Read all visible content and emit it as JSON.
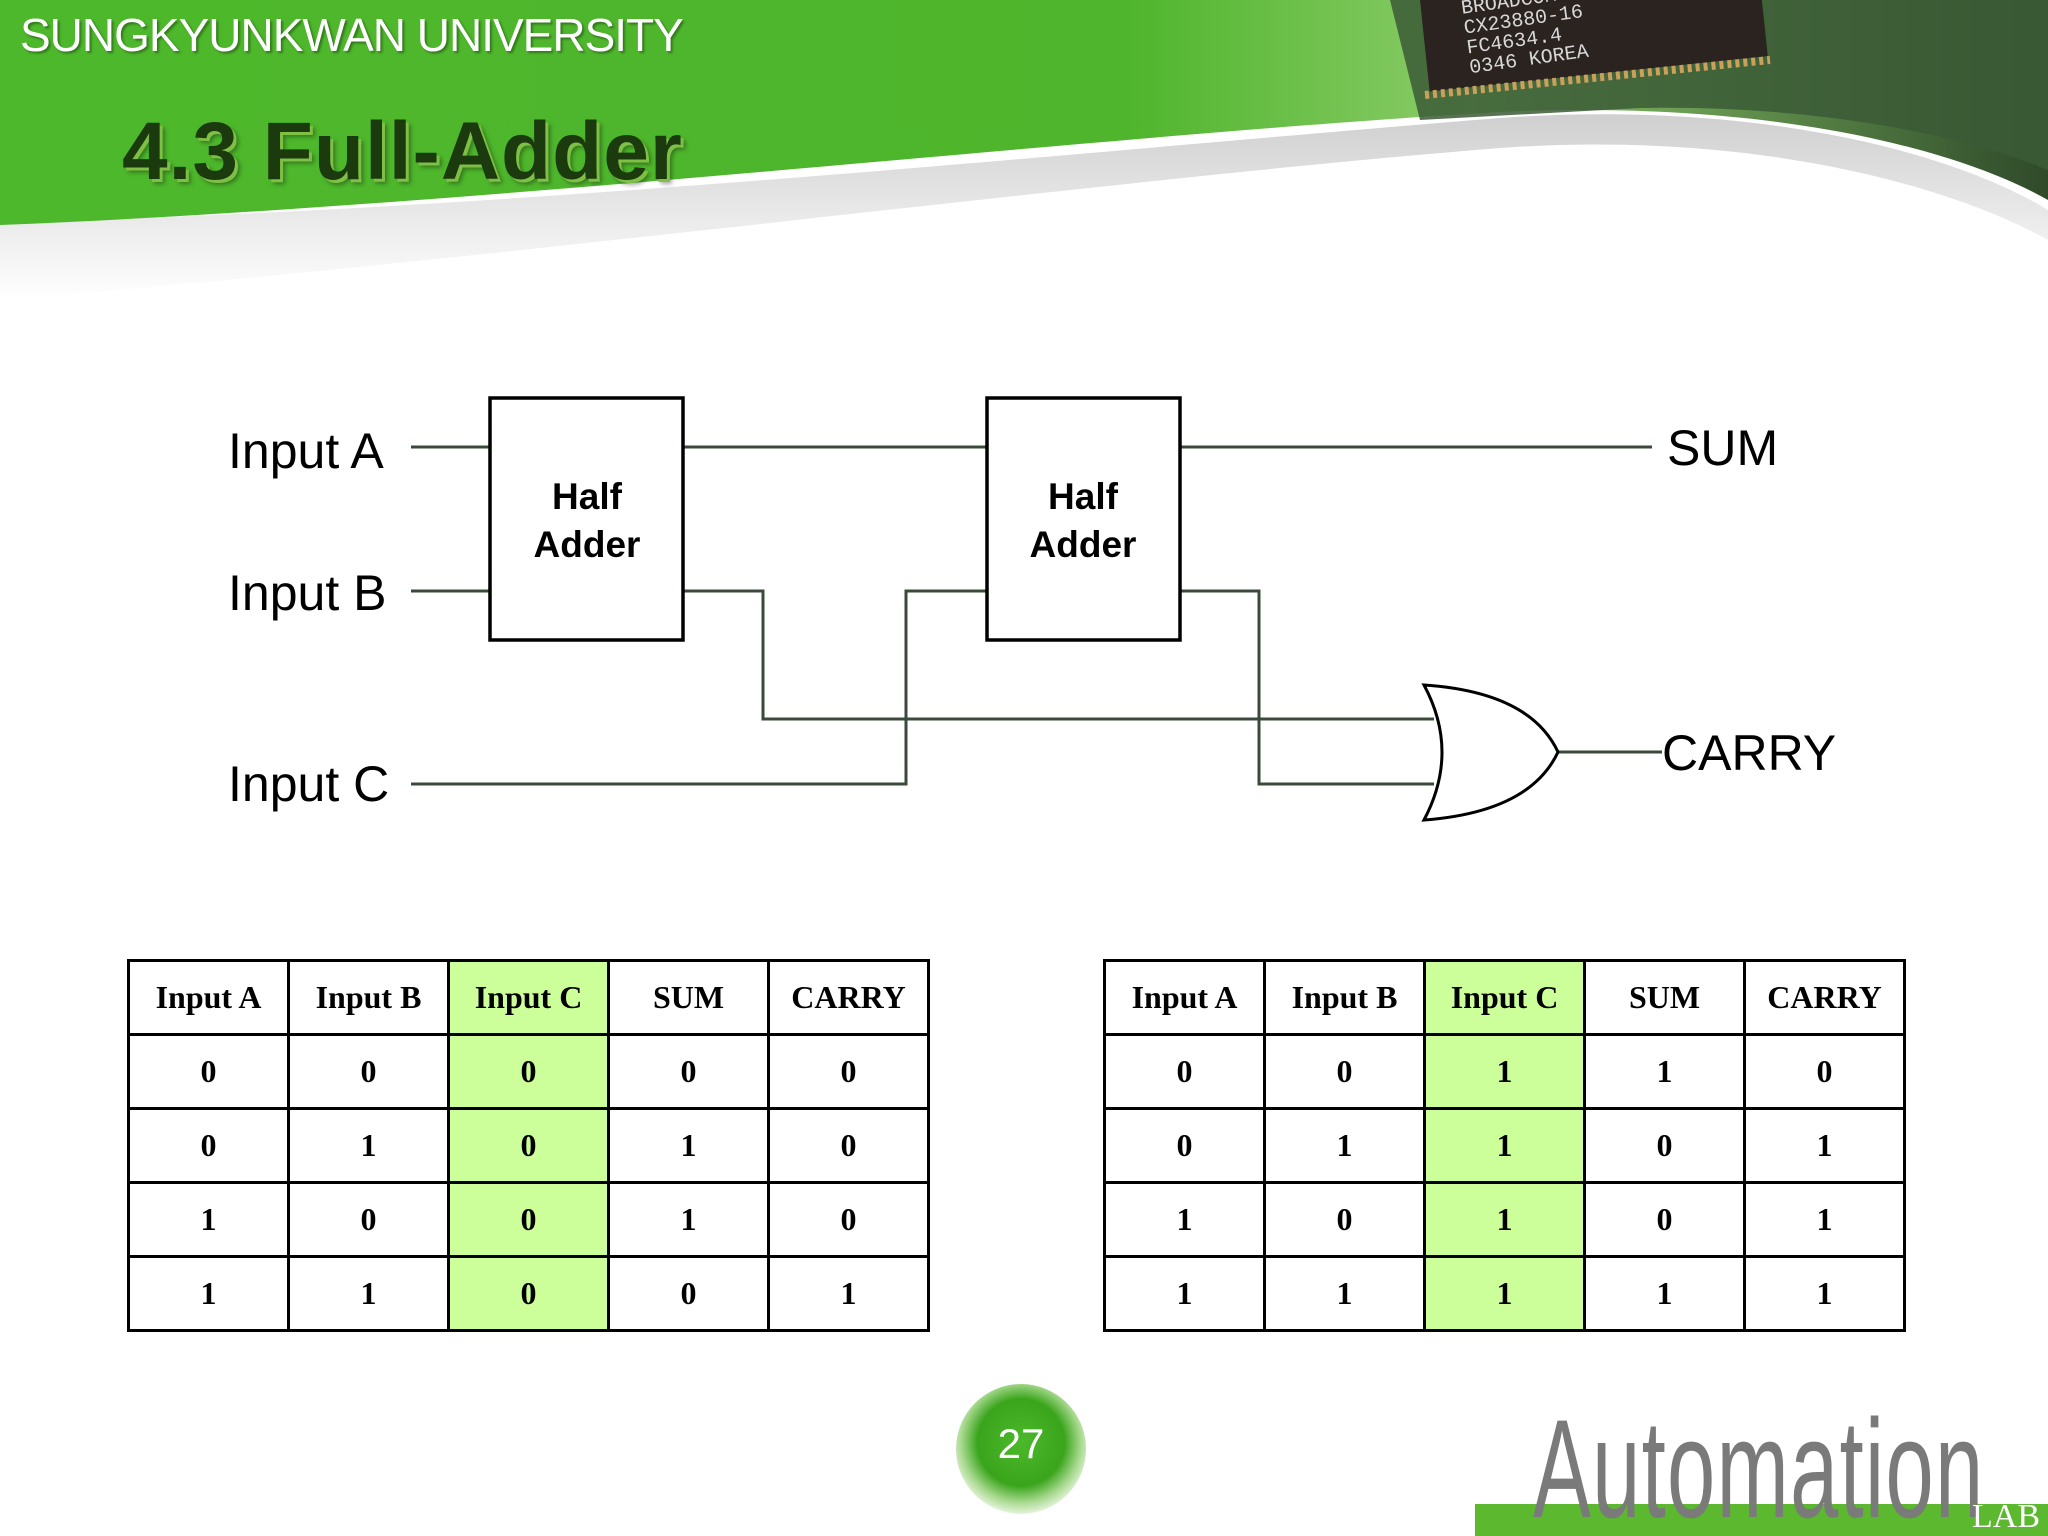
{
  "header": {
    "university": "SUNGKYUNKWAN UNIVERSITY",
    "title": "4.3 Full-Adder",
    "chip_marking": [
      "BROADCOM",
      "CX23880-16",
      "FC4634.4",
      "0346 KOREA"
    ],
    "brand_color": "#5cb82e"
  },
  "diagram": {
    "inputs": [
      "Input A",
      "Input B",
      "Input C"
    ],
    "blocks": [
      "Half Adder",
      "Half Adder"
    ],
    "block_line1": "Half",
    "block_line2": "Adder",
    "gate": "OR",
    "outputs": [
      "SUM",
      "CARRY"
    ]
  },
  "tables": [
    {
      "headers": [
        "Input A",
        "Input B",
        "Input C",
        "SUM",
        "CARRY"
      ],
      "highlight_column": 2,
      "rows": [
        [
          "0",
          "0",
          "0",
          "0",
          "0"
        ],
        [
          "0",
          "1",
          "0",
          "1",
          "0"
        ],
        [
          "1",
          "0",
          "0",
          "1",
          "0"
        ],
        [
          "1",
          "1",
          "0",
          "0",
          "1"
        ]
      ]
    },
    {
      "headers": [
        "Input A",
        "Input B",
        "Input C",
        "SUM",
        "CARRY"
      ],
      "highlight_column": 2,
      "rows": [
        [
          "0",
          "0",
          "1",
          "1",
          "0"
        ],
        [
          "0",
          "1",
          "1",
          "0",
          "1"
        ],
        [
          "1",
          "0",
          "1",
          "0",
          "1"
        ],
        [
          "1",
          "1",
          "1",
          "1",
          "1"
        ]
      ]
    }
  ],
  "highlight_color": "#ccff99",
  "page_number": "27",
  "logo": {
    "word": "Automation",
    "suffix": "LAB"
  }
}
